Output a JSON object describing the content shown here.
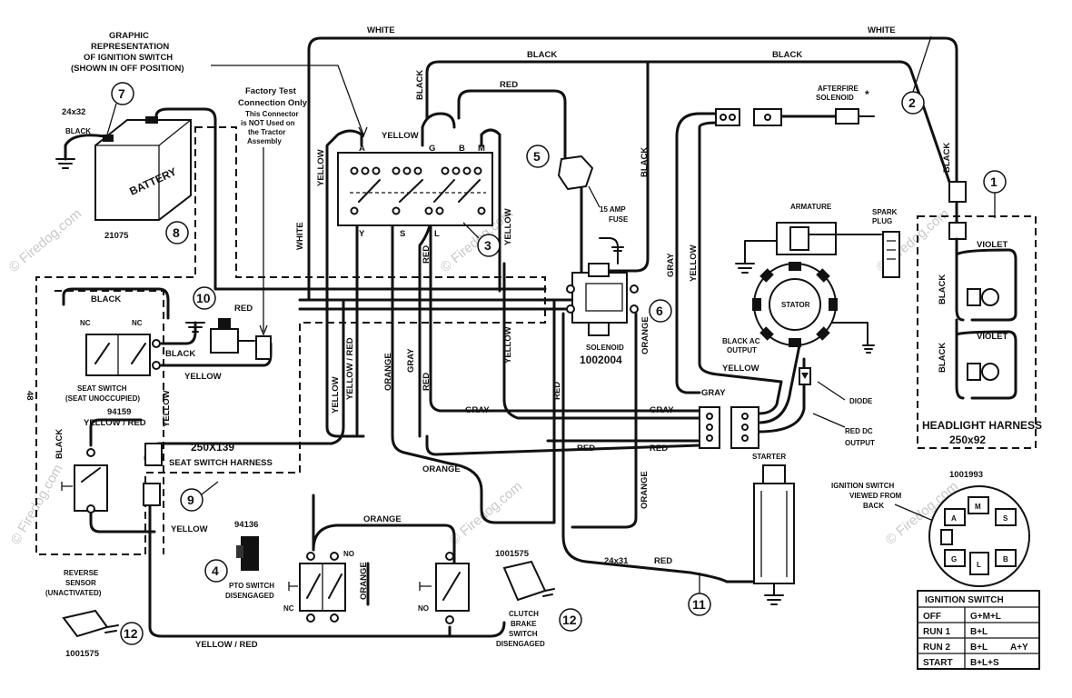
{
  "wire_labels": {
    "white": "WHITE",
    "black": "BLACK",
    "red": "RED",
    "yellow": "YELLOW",
    "orange": "ORANGE",
    "gray": "GRAY",
    "violet": "VIOLET",
    "yellow_red": "YELLOW / RED"
  },
  "notes": {
    "graphic_rep": [
      "GRAPHIC",
      "REPRESENTATION",
      "OF IGNITION SWITCH",
      "(SHOWN IN OFF POSITION)"
    ],
    "factory_test": [
      "Factory Test",
      "Connection Only"
    ],
    "factory_test_sub": [
      "This Connector",
      "is NOT Used on",
      "the Tractor",
      "Assembly"
    ],
    "afterfire": [
      "AFTERFIRE",
      "SOLENOID"
    ],
    "afterfire_star": "*",
    "fuse": [
      "15 AMP",
      "FUSE"
    ],
    "armature": "ARMATURE",
    "spark_plug": [
      "SPARK",
      "PLUG"
    ],
    "stator": "STATOR",
    "black_ac": [
      "BLACK AC",
      "OUTPUT"
    ],
    "diode": "DIODE",
    "red_dc": [
      "RED DC",
      "OUTPUT"
    ],
    "starter": "STARTER",
    "battery_word": "BATTERY",
    "cable_24x32": "24x32",
    "cable_24x31": "24x31",
    "nc": "NC",
    "no": "NO",
    "num_48": "48"
  },
  "switch_terminals": {
    "a": "A",
    "g": "G",
    "b": "B",
    "m": "M",
    "y": "Y",
    "s": "S",
    "l": "L"
  },
  "components": {
    "battery_part": "21075",
    "seat_switch_label": [
      "SEAT SWITCH",
      "(SEAT UNOCCUPIED)"
    ],
    "seat_switch_part": "94159",
    "seat_harness": [
      "250X139",
      "SEAT SWITCH HARNESS"
    ],
    "pto_part": "94136",
    "pto_label": [
      "PTO SWITCH",
      "DISENGAGED"
    ],
    "clutch_part": "1001575",
    "clutch_label": [
      "CLUTCH",
      "BRAKE",
      "SWITCH",
      "DISENGAGED"
    ],
    "reverse_label": [
      "REVERSE",
      "SENSOR",
      "(UNACTIVATED)"
    ],
    "reverse_part": "1001575",
    "solenoid_label": "SOLENOID",
    "solenoid_part": "1002004",
    "headlight_harness": [
      "HEADLIGHT HARNESS",
      "250x92"
    ],
    "ign_view": [
      "IGNITION SWITCH",
      "VIEWED FROM",
      "BACK"
    ],
    "ign_part": "1001993"
  },
  "callouts": [
    "1",
    "2",
    "3",
    "4",
    "5",
    "6",
    "7",
    "8",
    "9",
    "10",
    "11",
    "12",
    "12"
  ],
  "ignition_table": {
    "title": "IGNITION SWITCH",
    "rows": [
      {
        "pos": "OFF",
        "circuit": "G+M+L",
        "extra": ""
      },
      {
        "pos": "RUN 1",
        "circuit": "B+L",
        "extra": ""
      },
      {
        "pos": "RUN 2",
        "circuit": "B+L",
        "extra": "A+Y"
      },
      {
        "pos": "START",
        "circuit": "B+L+S",
        "extra": ""
      }
    ]
  },
  "watermark": "© Firedog.com"
}
